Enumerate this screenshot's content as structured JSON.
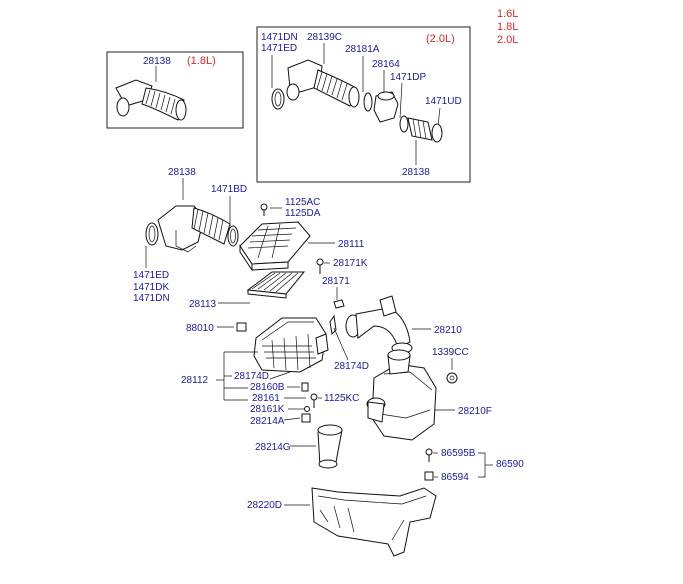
{
  "engine_variants": [
    "1.6L",
    "1.8L",
    "2.0L"
  ],
  "callouts": {
    "variant_18": "(1.8L)",
    "variant_20": "(2.0L)"
  },
  "colors": {
    "part_number": "#1a1a99",
    "variant": "#d42a2a",
    "line": "#111111"
  },
  "labels": {
    "box1_28138": "28138",
    "box2_1471DN": "1471DN",
    "box2_1471ED": "1471ED",
    "box2_28139C": "28139C",
    "box2_28181A": "28181A",
    "box2_28164": "28164",
    "box2_1471DP": "1471DP",
    "box2_1471UD": "1471UD",
    "box2_28138": "28138",
    "m_28138": "28138",
    "m_1471BD": "1471BD",
    "m_1125AC": "1125AC",
    "m_1125DA": "1125DA",
    "m_28111": "28111",
    "m_28171K": "28171K",
    "m_1471ED": "1471ED",
    "m_1471DK": "1471DK",
    "m_1471DN": "1471DN",
    "m_28171": "28171",
    "m_28113": "28113",
    "m_28210": "28210",
    "m_88010": "88010",
    "m_1339CC": "1339CC",
    "m_28174D_r": "28174D",
    "m_28112": "28112",
    "m_28174D_l": "28174D",
    "m_28160B": "28160B",
    "m_28161": "28161",
    "m_1125KC": "1125KC",
    "m_28210F": "28210F",
    "m_28161K": "28161K",
    "m_28214A": "28214A",
    "m_28214G": "28214G",
    "m_86595B": "86595B",
    "m_86590": "86590",
    "m_86594": "86594",
    "m_28220D": "28220D"
  }
}
